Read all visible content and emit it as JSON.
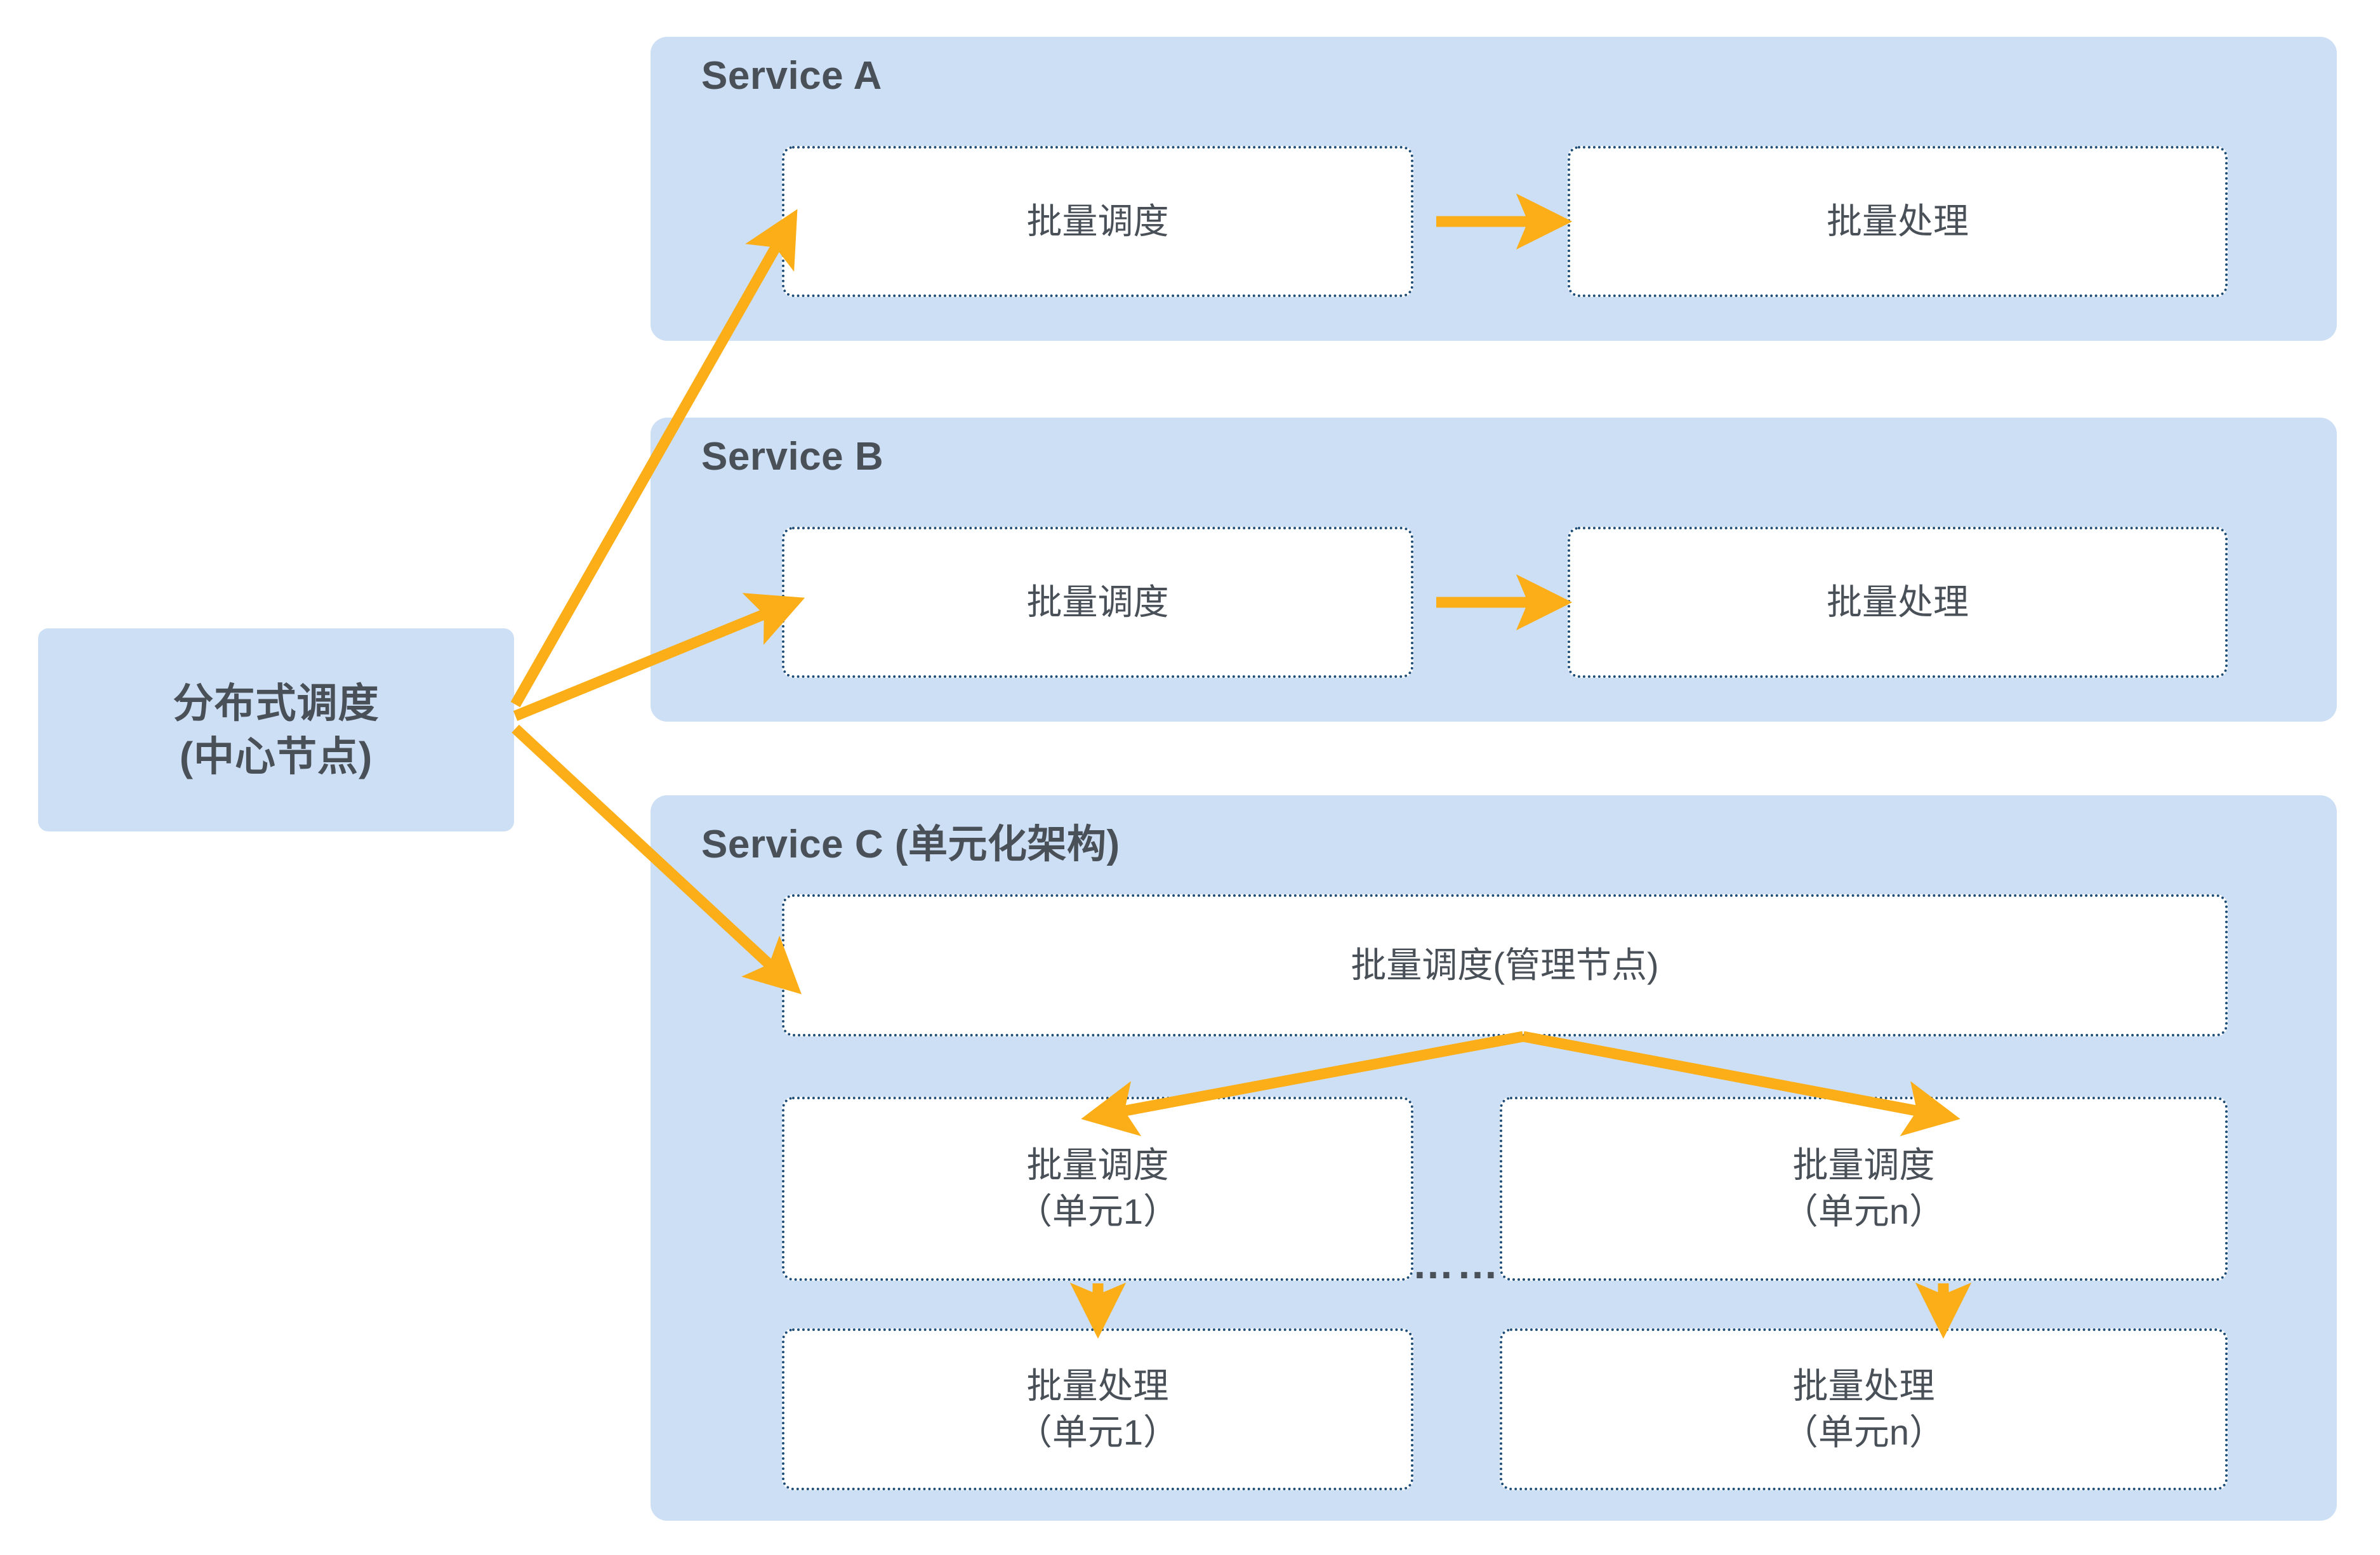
{
  "center_node": {
    "line1": "分布式调度",
    "line2": "(中心节点)"
  },
  "colors": {
    "panel_fill": "#cddff5",
    "box_fill": "#ffffff",
    "box_border": "#1f4e79",
    "arrow": "#fbae17",
    "text": "#4a5058",
    "page_background": "#ffffff"
  },
  "services": {
    "a": {
      "title": "Service A",
      "scheduler": "批量调度",
      "processor": "批量处理"
    },
    "b": {
      "title": "Service B",
      "scheduler": "批量调度",
      "processor": "批量处理"
    },
    "c": {
      "title": "Service C (单元化架构)",
      "manager": "批量调度(管理节点)",
      "unit1_scheduler_line1": "批量调度",
      "unit1_scheduler_line2": "（单元1）",
      "unitn_scheduler_line1": "批量调度",
      "unitn_scheduler_line2": "（单元n）",
      "unit1_processor_line1": "批量处理",
      "unit1_processor_line2": "（单元1）",
      "unitn_processor_line1": "批量处理",
      "unitn_processor_line2": "（单元n）",
      "ellipsis": "……"
    }
  },
  "arrows": {
    "center_to_service_a": "arrow-center-to-a",
    "center_to_service_b": "arrow-center-to-b",
    "center_to_service_c": "arrow-center-to-c",
    "sched_to_proc_a": "arrow-sched-to-proc-a",
    "sched_to_proc_b": "arrow-sched-to-proc-b",
    "manager_to_unit1": "arrow-manager-to-unit1",
    "manager_to_unitn": "arrow-manager-to-unitn",
    "unit1_sched_to_proc": "arrow-unit1-sched-to-proc",
    "unitn_sched_to_proc": "arrow-unitn-sched-to-proc"
  }
}
